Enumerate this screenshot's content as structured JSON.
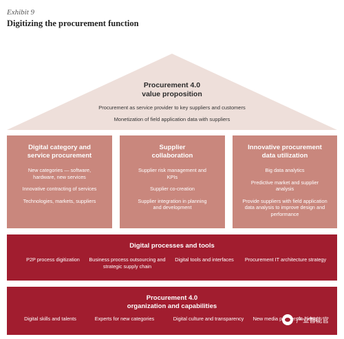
{
  "header": {
    "exhibit": "Exhibit 9",
    "title": "Digitizing the procurement function"
  },
  "roof": {
    "title_line1": "Procurement 4.0",
    "title_line2": "value proposition",
    "items": [
      "Procurement as service provider to key suppliers and customers",
      "Monetization of field application data with suppliers"
    ]
  },
  "pillars": [
    {
      "title_line1": "Digital category and",
      "title_line2": "service procurement",
      "items": [
        "New categories — software, hardware, new services",
        "Innovative contracting of services",
        "Technologies, markets, suppliers"
      ]
    },
    {
      "title_line1": "Supplier",
      "title_line2": "collaboration",
      "items": [
        "Supplier risk management and KPIs",
        "Supplier co-creation",
        "Supplier integration in planning and development"
      ]
    },
    {
      "title_line1": "Innovative procurement",
      "title_line2": "data utilization",
      "items": [
        "Big data analytics",
        "Predictive market and supplier analysis",
        "Provide suppliers with field application data analysis to improve design and performance"
      ]
    }
  ],
  "band_processes": {
    "title": "Digital processes and tools",
    "items": [
      "P2P process digitization",
      "Business process outsourcing and strategic supply chain",
      "Digital tools and interfaces",
      "Procurement IT architecture strategy"
    ]
  },
  "band_organization": {
    "title_line1": "Procurement 4.0",
    "title_line2": "organization and capabilities",
    "items": [
      "Digital skills and talents",
      "Experts for new categories",
      "Digital culture and transparency",
      "New media partners in hiring"
    ]
  },
  "watermark": {
    "text": "产业智能官",
    "icon": "wechat-icon"
  },
  "colors": {
    "roof_fill": "#eedfda",
    "pillar_fill": "#c9877d",
    "band_fill": "#a11d2f"
  }
}
